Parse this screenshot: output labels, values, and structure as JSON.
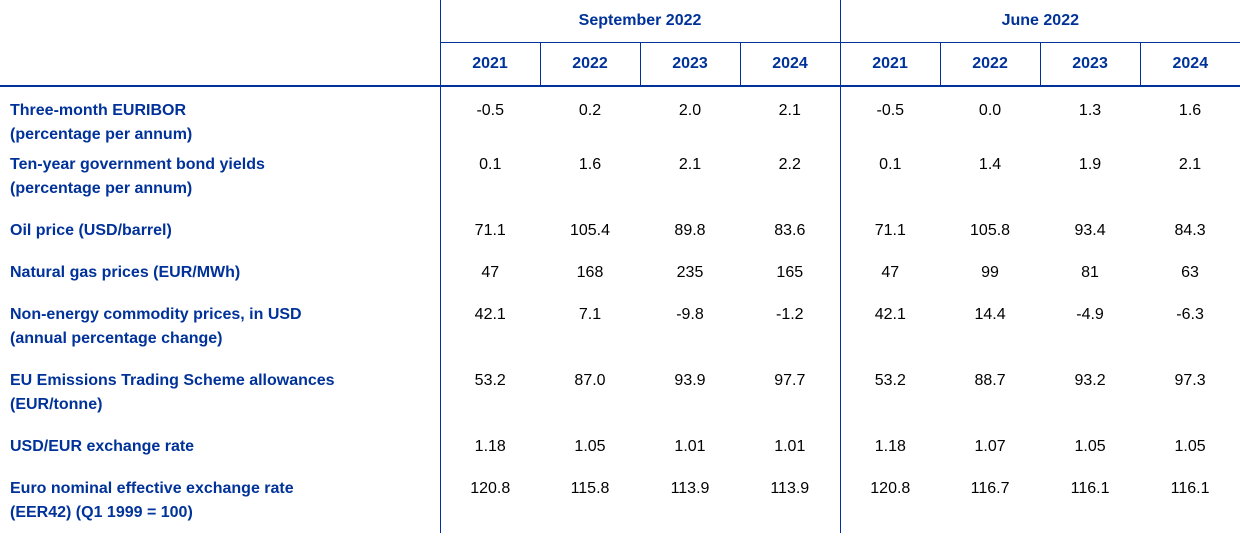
{
  "groups": [
    "September 2022",
    "June 2022"
  ],
  "years": [
    "2021",
    "2022",
    "2023",
    "2024",
    "2021",
    "2022",
    "2023",
    "2024"
  ],
  "rows": [
    {
      "label1": "Three-month EURIBOR",
      "label2": "(percentage per annum)",
      "values": [
        "-0.5",
        "0.2",
        "2.0",
        "2.1",
        "-0.5",
        "0.0",
        "1.3",
        "1.6"
      ]
    },
    {
      "label1": "Ten-year government bond yields",
      "label2": "(percentage per annum)",
      "values": [
        "0.1",
        "1.6",
        "2.1",
        "2.2",
        "0.1",
        "1.4",
        "1.9",
        "2.1"
      ]
    },
    {
      "label1": "Oil price (USD/barrel)",
      "label2": "",
      "values": [
        "71.1",
        "105.4",
        "89.8",
        "83.6",
        "71.1",
        "105.8",
        "93.4",
        "84.3"
      ]
    },
    {
      "label1": "Natural gas prices (EUR/MWh)",
      "label2": "",
      "values": [
        "47",
        "168",
        "235",
        "165",
        "47",
        "99",
        "81",
        "63"
      ]
    },
    {
      "label1": "Non-energy commodity prices, in USD",
      "label2": "(annual percentage change)",
      "values": [
        "42.1",
        "7.1",
        "-9.8",
        "-1.2",
        "42.1",
        "14.4",
        "-4.9",
        "-6.3"
      ]
    },
    {
      "label1": "EU Emissions Trading Scheme allowances",
      "label2": "(EUR/tonne)",
      "values": [
        "53.2",
        "87.0",
        "93.9",
        "97.7",
        "53.2",
        "88.7",
        "93.2",
        "97.3"
      ]
    },
    {
      "label1": "USD/EUR exchange rate",
      "label2": "",
      "values": [
        "1.18",
        "1.05",
        "1.01",
        "1.01",
        "1.18",
        "1.07",
        "1.05",
        "1.05"
      ]
    },
    {
      "label1": "Euro nominal effective exchange rate",
      "label2": "(EER42) (Q1 1999 = 100)",
      "values": [
        "120.8",
        "115.8",
        "113.9",
        "113.9",
        "120.8",
        "116.7",
        "116.1",
        "116.1"
      ]
    }
  ]
}
